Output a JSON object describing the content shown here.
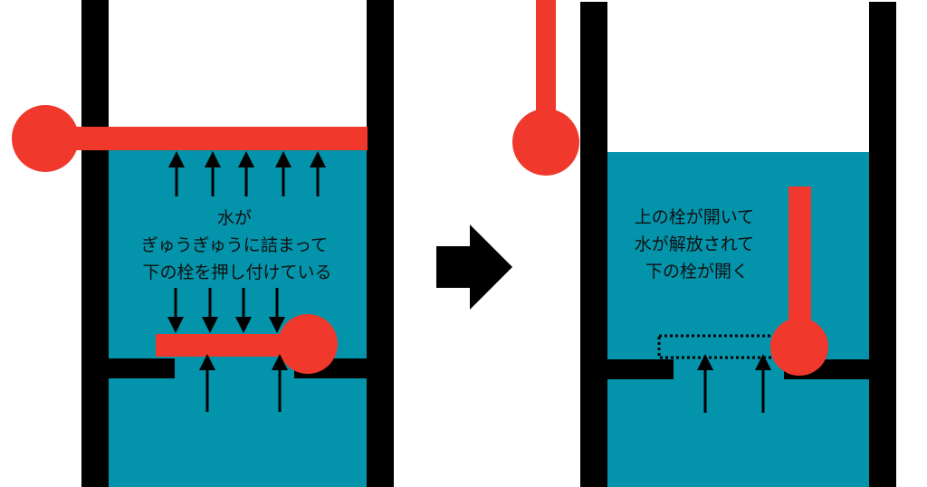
{
  "colors": {
    "water": "#0393aa",
    "wall": "#000000",
    "plug": "#f0392c",
    "background": "#ffffff",
    "text": "#111111"
  },
  "left_panel": {
    "label_lines": [
      "水が",
      "ぎゅうぎゅうに詰まって",
      "下の栓を押し付けている"
    ]
  },
  "right_panel": {
    "label_lines": [
      "上の栓が開いて",
      "水が解放されて",
      "下の栓が開く"
    ]
  },
  "transition_arrow": "right-arrow-icon"
}
